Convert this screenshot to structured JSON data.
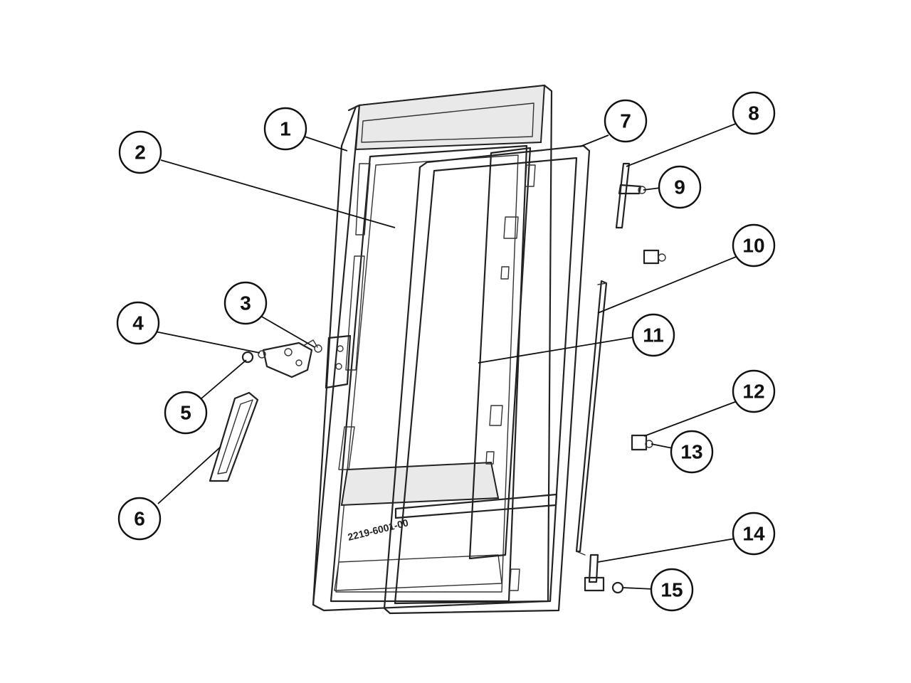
{
  "callouts": [
    {
      "number": "1"
    },
    {
      "number": "2"
    },
    {
      "number": "3"
    },
    {
      "number": "4"
    },
    {
      "number": "5"
    },
    {
      "number": "6"
    },
    {
      "number": "7"
    },
    {
      "number": "8"
    },
    {
      "number": "9"
    },
    {
      "number": "10"
    },
    {
      "number": "11"
    },
    {
      "number": "12"
    },
    {
      "number": "13"
    },
    {
      "number": "14"
    },
    {
      "number": "15"
    }
  ],
  "part_code": "2219-6001-00"
}
